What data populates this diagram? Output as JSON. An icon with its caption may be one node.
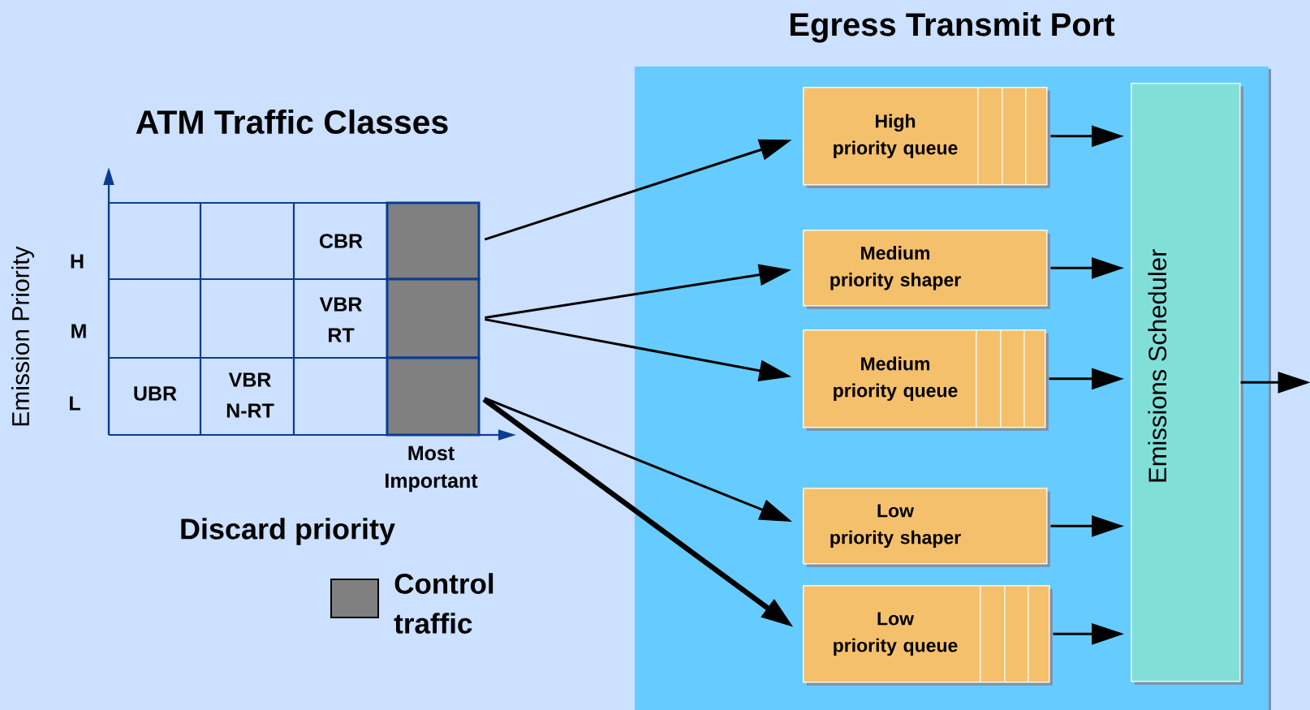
{
  "diagram": {
    "nodes": [
      {
        "text": [],
        "shape": "box"
      },
      {
        "text": [],
        "shape": "box"
      },
      {
        "text": [],
        "shape": "box"
      },
      {
        "text": [
          "Egress Transmit Port"
        ]
      },
      {
        "text": [
          "High priority queue"
        ],
        "in": 3
      },
      {
        "text": [
          "Medium priority shaper"
        ],
        "in": 3
      },
      {
        "text": [
          "Medium priority queue"
        ],
        "in": 3
      },
      {
        "text": [
          "Low priority shaper"
        ],
        "in": 3
      },
      {
        "text": [
          "Low priority queue"
        ],
        "in": 3
      },
      {
        "text": [
          "Emissions Scheduler"
        ],
        "in": 3
      }
    ],
    "edges": [
      {
        "from": 0,
        "to": 4,
        "arrow": "to"
      },
      {
        "from": 1,
        "to": 5,
        "arrow": "to"
      },
      {
        "from": 1,
        "to": 6,
        "arrow": "to"
      },
      {
        "from": 2,
        "to": 7,
        "arrow": "to"
      },
      {
        "from": 2,
        "to": 8,
        "arrow": "to",
        "style": "thick"
      },
      {
        "from": 4,
        "to": 9,
        "arrow": "to"
      },
      {
        "from": 5,
        "to": 9,
        "arrow": "to"
      },
      {
        "from": 6,
        "to": 9,
        "arrow": "to"
      },
      {
        "from": 7,
        "to": 9,
        "arrow": "to"
      },
      {
        "from": 8,
        "to": 9,
        "arrow": "to"
      },
      {
        "from": 9,
        "to": null,
        "arrow": "to"
      }
    ],
    "labels": [
      "ATM Traffic Classes",
      "Emission Priority",
      "H",
      "M",
      "L",
      "CBR",
      "VBR RT",
      "UBR",
      "VBR N-RT",
      "Most Important",
      "Discard priority"
    ],
    "legend": [
      {
        "text": "Control traffic",
        "color": "#808080"
      }
    ]
  }
}
